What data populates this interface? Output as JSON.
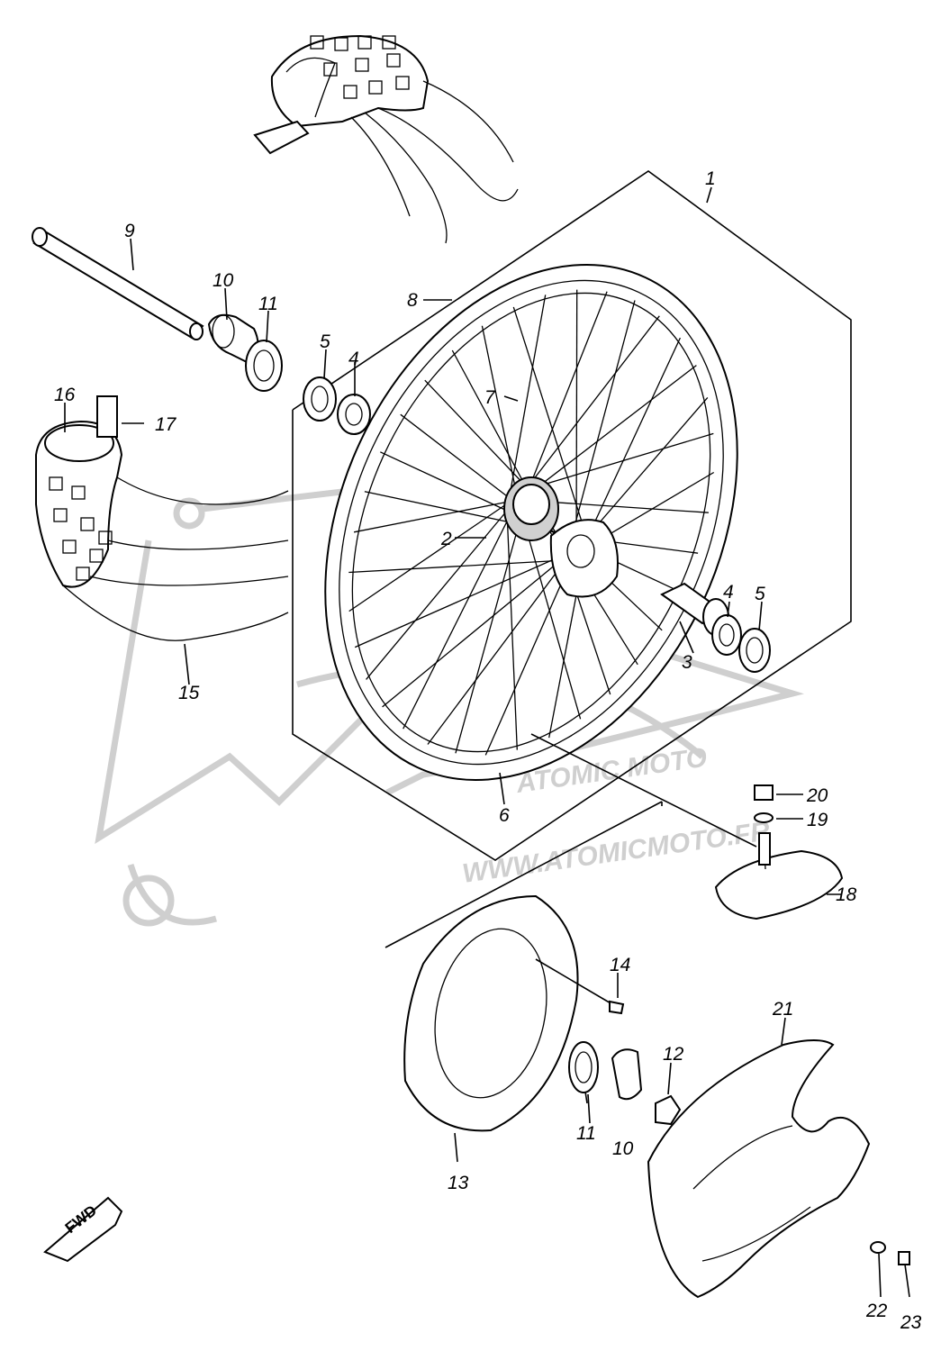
{
  "diagram": {
    "watermark_text": "WWW.ATOMICMOTO.FR",
    "watermark_logo_text": "ATOMIC MOTO",
    "fwd_label": "FWD",
    "callouts": {
      "p1": "1",
      "p2": "2",
      "p3": "3",
      "p4a": "4",
      "p4b": "4",
      "p5a": "5",
      "p5b": "5",
      "p6": "6",
      "p7": "7",
      "p8": "8",
      "p9": "9",
      "p10a": "10",
      "p10b": "10",
      "p11a": "11",
      "p11b": "11",
      "p12": "12",
      "p13": "13",
      "p14": "14",
      "p15": "15",
      "p16": "16",
      "p17": "17",
      "p18": "18",
      "p19": "19",
      "p20": "20",
      "p21": "21",
      "p22": "22",
      "p23": "23"
    }
  }
}
